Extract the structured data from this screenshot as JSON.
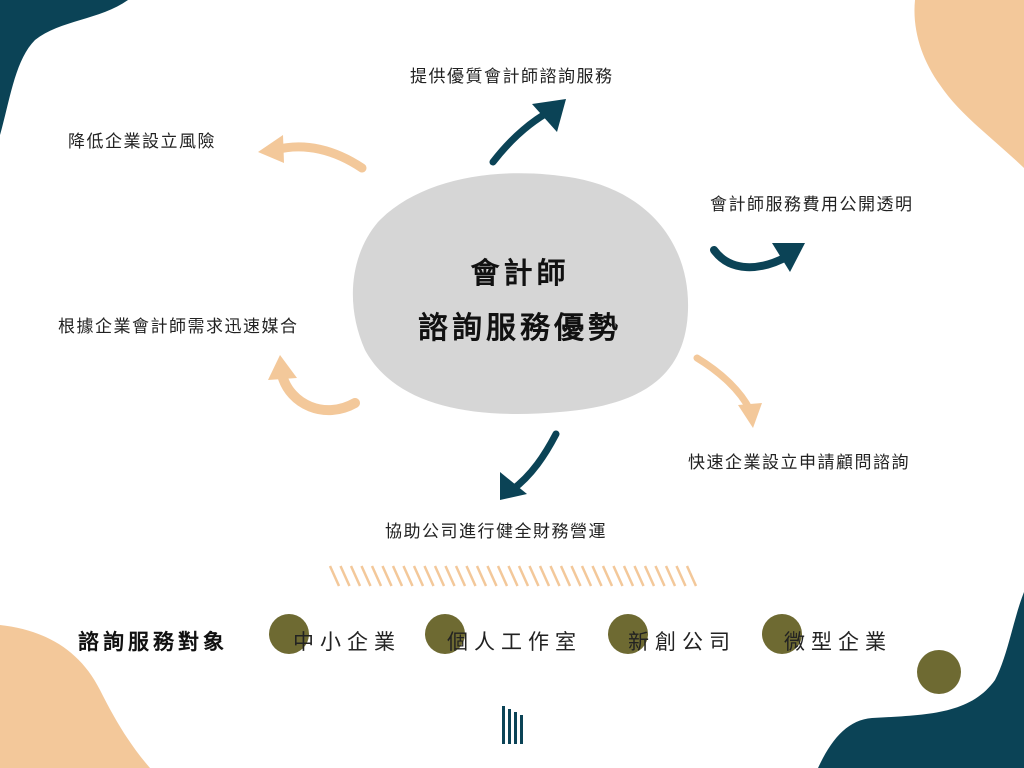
{
  "colors": {
    "navy": "#0b4356",
    "peach": "#f3c89a",
    "olive": "#6e6a32",
    "blob_gray": "#d6d6d6"
  },
  "center": {
    "line1": "會計師",
    "line2": "諮詢服務優勢"
  },
  "benefits": {
    "top": "提供優質會計師諮詢服務",
    "top_left": "降低企業設立風險",
    "right_upper": "會計師服務費用公開透明",
    "left_middle": "根據企業會計師需求迅速媒合",
    "right_lower": "快速企業設立申請顧問諮詢",
    "bottom": "協助公司進行健全財務營運"
  },
  "targets": {
    "title": "諮詢服務對象",
    "items": [
      "中小企業",
      "個人工作室",
      "新創公司",
      "微型企業"
    ]
  },
  "icons": {
    "logo": "vertical-bars-logo",
    "arrows": "curved-arrow-icon"
  }
}
